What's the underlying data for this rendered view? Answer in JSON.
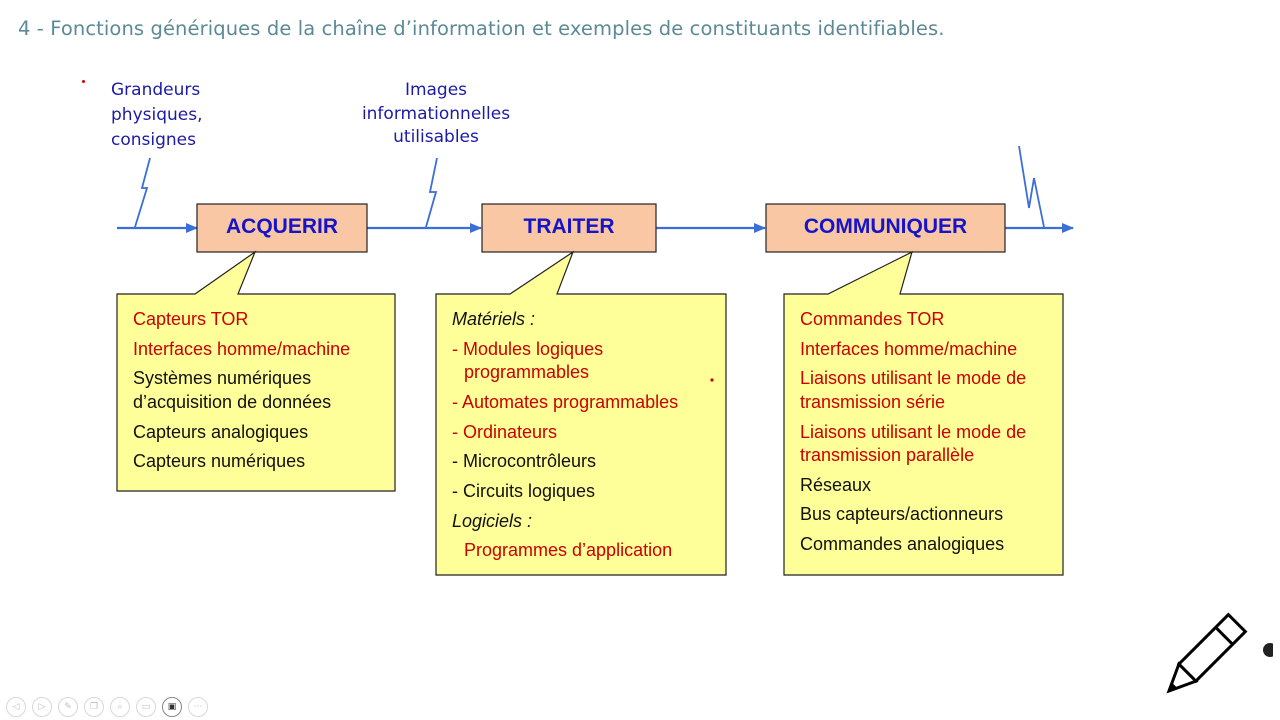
{
  "title": "4 - Fonctions génériques de la chaîne d’information et exemples de constituants identifiables.",
  "inputs": {
    "left": [
      "Grandeurs",
      "physiques,",
      "consignes"
    ],
    "middle": [
      "Images",
      "informationnelles",
      "utilisables"
    ]
  },
  "functions": [
    "ACQUERIR",
    "TRAITER",
    "COMMUNIQUER"
  ],
  "colors": {
    "arrow": "#3a6ed8",
    "function_box": "#f9c7a3",
    "note_box": "#ffff99",
    "red_text": "#cc0000"
  },
  "acquerir": {
    "items": [
      {
        "text": "Capteurs TOR",
        "color": "red"
      },
      {
        "text": "Interfaces homme/machine",
        "color": "red"
      },
      {
        "text": "Systèmes numériques d’acquisition de données",
        "color": "black"
      },
      {
        "text": "Capteurs analogiques",
        "color": "black"
      },
      {
        "text": "Capteurs numériques",
        "color": "black"
      }
    ]
  },
  "traiter": {
    "materiels_label": "Matériels :",
    "materiels": [
      {
        "text": "- Modules logiques programmables",
        "color": "red"
      },
      {
        "text": "- Automates programmables",
        "color": "red"
      },
      {
        "text": "- Ordinateurs",
        "color": "red"
      },
      {
        "text": "- Microcontrôleurs",
        "color": "black"
      },
      {
        "text": "- Circuits logiques",
        "color": "black"
      }
    ],
    "logiciels_label": "Logiciels :",
    "logiciels": [
      {
        "text": "Programmes d’application",
        "color": "red"
      }
    ]
  },
  "communiquer": {
    "items": [
      {
        "text": "Commandes TOR",
        "color": "red"
      },
      {
        "text": "Interfaces homme/machine",
        "color": "red"
      },
      {
        "text": "Liaisons utilisant le mode de transmission série",
        "color": "red"
      },
      {
        "text": "Liaisons utilisant le mode de transmission parallèle",
        "color": "red"
      },
      {
        "text": "Réseaux",
        "color": "black"
      },
      {
        "text": "Bus capteurs/actionneurs",
        "color": "black"
      },
      {
        "text": "Commandes analogiques",
        "color": "black"
      }
    ]
  },
  "toolbar": {
    "icons": [
      "prev-icon",
      "next-icon",
      "pen-icon",
      "copy-icon",
      "zoom-icon",
      "slides-icon",
      "camera-icon",
      "more-icon"
    ],
    "glyphs": [
      "◁",
      "▷",
      "✎",
      "❐",
      "⌕",
      "▭",
      "▣",
      "⋯"
    ]
  }
}
